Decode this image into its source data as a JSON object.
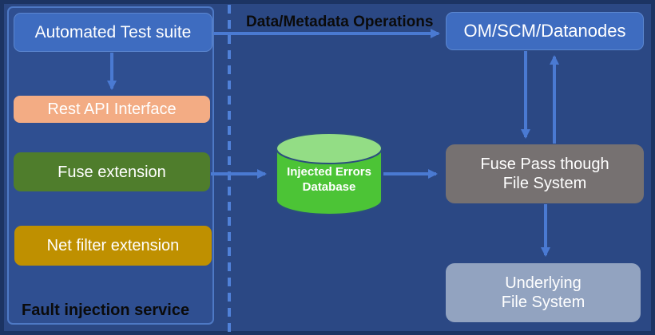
{
  "diagram": {
    "title_region_label": "Data/Metadata Operations",
    "panel": {
      "label": "Fault injection service",
      "border_color": "#4e79c5",
      "fill_color": "#2f4f91"
    },
    "background_color": "#2b4884",
    "connector_color": "#4a7ad2",
    "dashed_divider_color": "#5081d8",
    "nodes": {
      "automated_test_suite": {
        "label": "Automated Test suite",
        "color": "#3e6cc0"
      },
      "rest_api": {
        "label": "Rest API Interface",
        "color": "#f3ac84"
      },
      "fuse_extension": {
        "label": "Fuse extension",
        "color": "#4f7d2c"
      },
      "net_filter": {
        "label": "Net filter extension",
        "color": "#bf9000"
      },
      "om_scm": {
        "label": "OM/SCM/Datanodes",
        "color": "#3e6cc0"
      },
      "injected_errors_db": {
        "line1": "Injected Errors",
        "line2": "Database",
        "body_color": "#4cc436",
        "top_color": "#93dd85"
      },
      "fuse_pass": {
        "line1": "Fuse Pass though",
        "line2": "File System",
        "color": "#767171"
      },
      "underlying_fs": {
        "line1": "Underlying",
        "line2": "File System",
        "color": "#92a3c0"
      }
    }
  }
}
